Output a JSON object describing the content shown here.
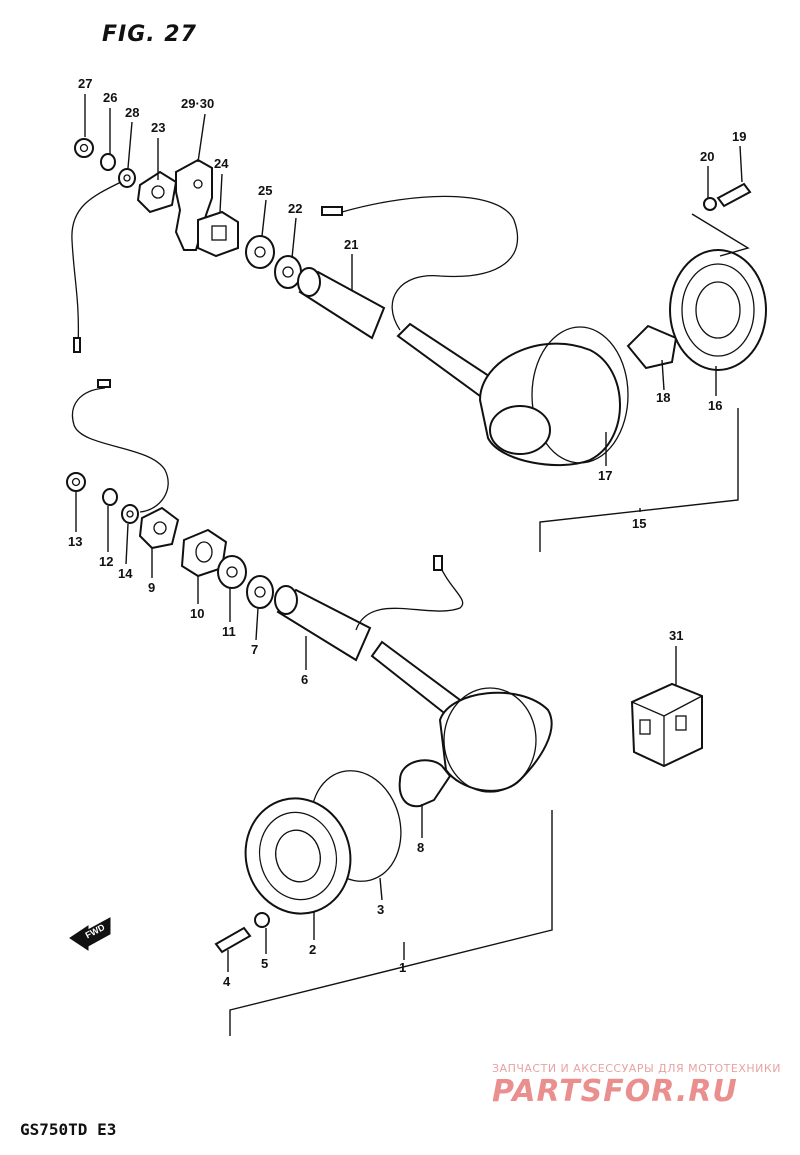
{
  "figure": {
    "title": "FIG. 27",
    "model": "GS750TD E3"
  },
  "watermark": {
    "subtitle": "ЗАПЧАСТИ И АКСЕССУАРЫ ДЛЯ МОТОТЕХНИКИ",
    "brand": "PARTSFOR.RU",
    "color": "#e88a8a"
  },
  "direction_arrow": {
    "label": "FWD"
  },
  "callouts": {
    "n1": "1",
    "n2": "2",
    "n3": "3",
    "n4": "4",
    "n5": "5",
    "n6": "6",
    "n7": "7",
    "n8": "8",
    "n9": "9",
    "n10": "10",
    "n11": "11",
    "n12": "12",
    "n13": "13",
    "n14": "14",
    "n15": "15",
    "n16": "16",
    "n17": "17",
    "n18": "18",
    "n19": "19",
    "n20": "20",
    "n21": "21",
    "n22": "22",
    "n23": "23",
    "n24": "24",
    "n25": "25",
    "n26": "26",
    "n27": "27",
    "n28": "28",
    "n2930": "29·30",
    "n31": "31"
  }
}
